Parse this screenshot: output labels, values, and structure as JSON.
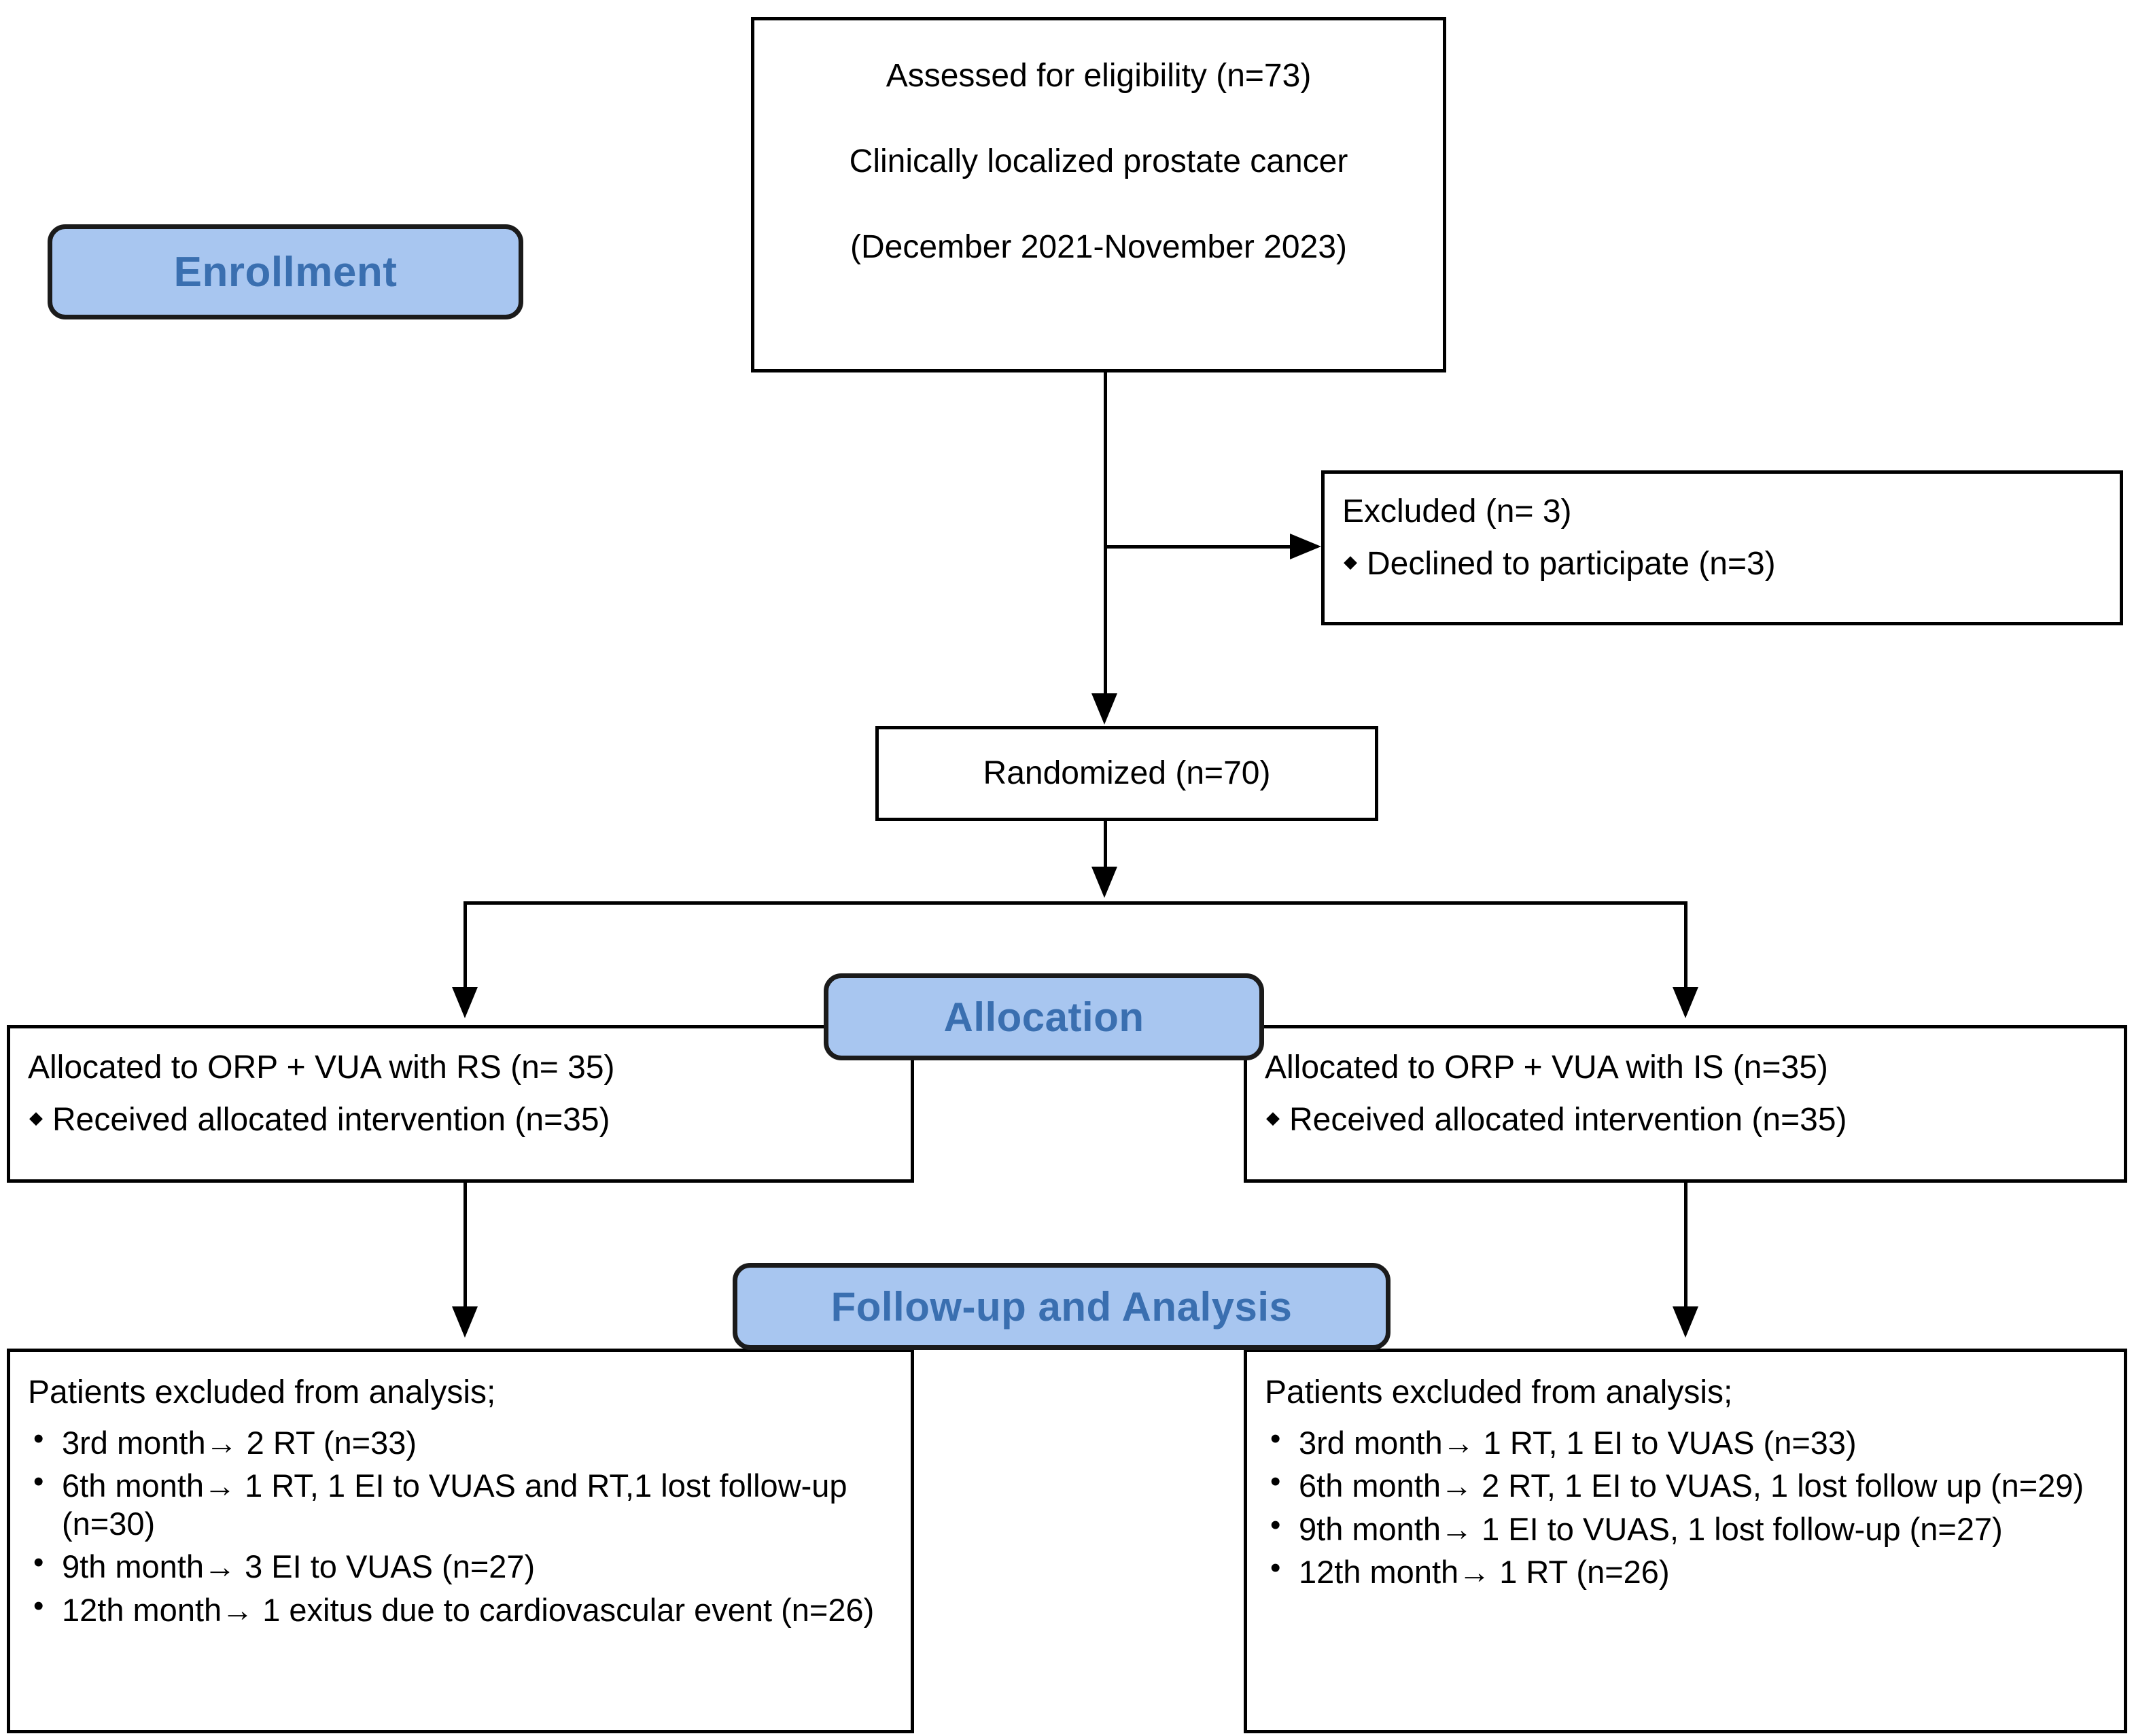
{
  "diagram": {
    "title": "CONSORT participant flow diagram",
    "accent_badge_fill": "#a8c6f0",
    "accent_badge_text": "#3a6fb0",
    "line_color": "#000000",
    "box_border_color": "#000000",
    "background": "#ffffff"
  },
  "stages": {
    "enrollment": "Enrollment",
    "allocation": "Allocation",
    "followup": "Follow-up and Analysis"
  },
  "enrollment_box": {
    "line1": "Assessed for eligibility (n=73)",
    "line2": "Clinically localized prostate cancer",
    "line3": "(December 2021-November 2023)"
  },
  "excluded_box": {
    "heading": "Excluded  (n= 3)",
    "items": [
      "Declined to participate (n=3)"
    ]
  },
  "randomized_box": {
    "label": "Randomized (n=70)"
  },
  "allocation_left": {
    "heading": "Allocated to ORP + VUA with RS (n= 35)",
    "items": [
      "Received allocated intervention (n=35)"
    ]
  },
  "allocation_right": {
    "heading": "Allocated to ORP + VUA with IS (n=35)",
    "items": [
      "Received allocated intervention (n=35)"
    ]
  },
  "followup_left": {
    "heading": "Patients excluded from analysis;",
    "items": [
      "3rd month→ 2 RT (n=33)",
      "6th month→ 1 RT, 1 EI to VUAS and RT,1 lost follow-up (n=30)",
      "9th month→ 3 EI to VUAS (n=27)",
      "12th month→ 1 exitus due to cardiovascular event (n=26)"
    ]
  },
  "followup_right": {
    "heading": "Patients excluded from analysis;",
    "items": [
      "3rd month→ 1 RT, 1 EI to VUAS (n=33)",
      "6th month→ 2 RT,  1 EI to VUAS, 1 lost follow up (n=29)",
      "9th month→ 1 EI to VUAS, 1 lost follow-up (n=27)",
      "12th month→ 1 RT (n=26)"
    ]
  }
}
